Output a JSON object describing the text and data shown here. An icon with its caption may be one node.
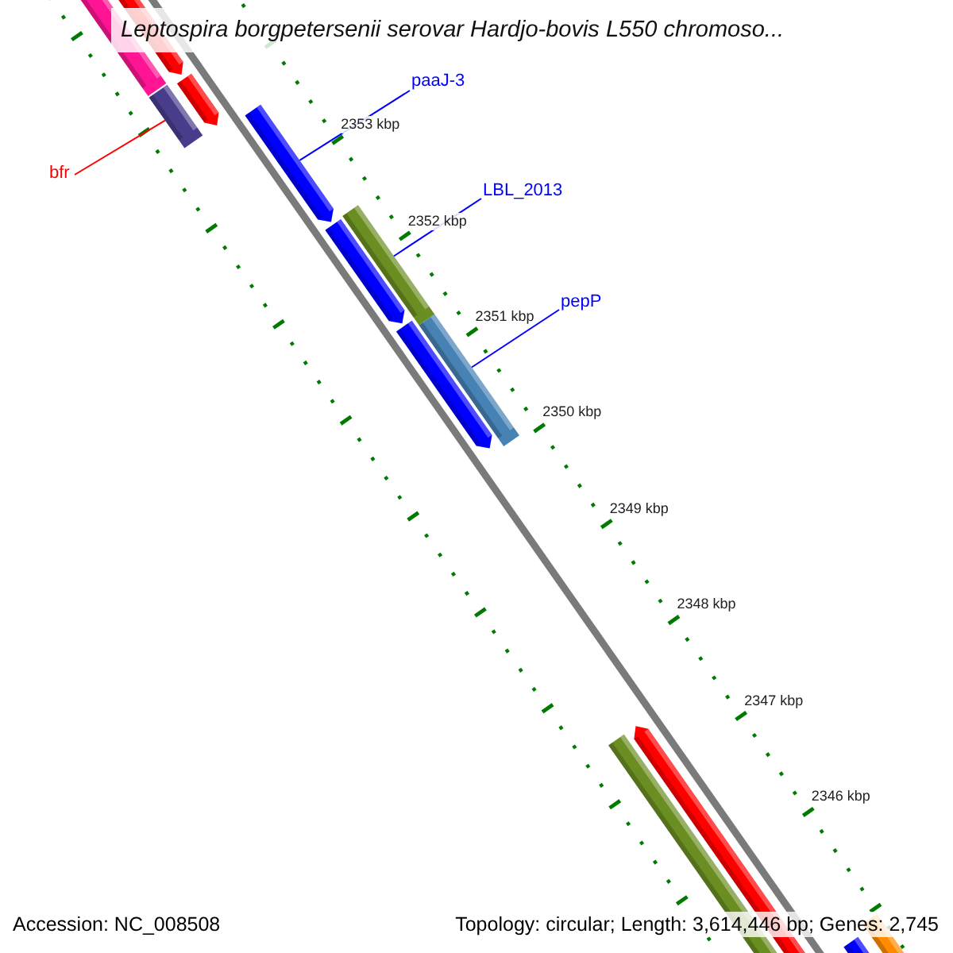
{
  "diagram": {
    "title": "Leptospira borgpetersenii serovar Hardjo-bovis L550 chromoso...",
    "nodes": [
      {
        "text": [
          "bfr"
        ]
      },
      {
        "text": [],
        "shape": "bar"
      },
      {
        "text": [
          "paaJ-3"
        ]
      },
      {
        "text": [],
        "shape": "bar"
      },
      {
        "text": [
          "LBL_2013"
        ]
      },
      {
        "text": [],
        "shape": "bar"
      },
      {
        "text": [
          "pepP"
        ]
      },
      {
        "text": [],
        "shape": "bar"
      }
    ],
    "edges": [
      {
        "from": 0,
        "to": 1,
        "arrow": "none",
        "color": "#ff0000"
      },
      {
        "from": 2,
        "to": 3,
        "arrow": "none"
      },
      {
        "from": 4,
        "to": 5,
        "arrow": "none"
      },
      {
        "from": 6,
        "to": 7,
        "arrow": "none"
      }
    ],
    "labels": [
      "2353 kbp",
      "2352 kbp",
      "2351 kbp",
      "2350 kbp",
      "2349 kbp",
      "2348 kbp",
      "2347 kbp",
      "2346 kbp",
      "Accession: NC_008508",
      "Topology: circular; Length: 3,614,446 bp; Genes: 2,745"
    ]
  }
}
